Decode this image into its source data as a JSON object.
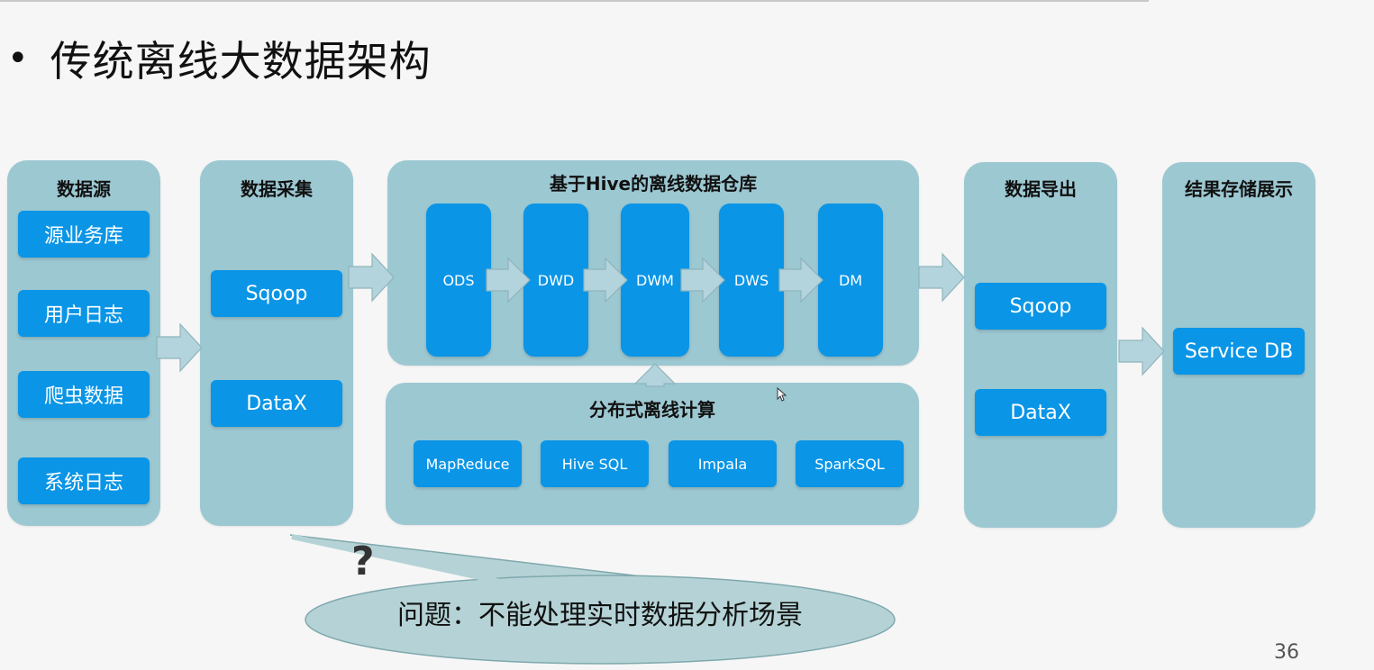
{
  "slide": {
    "bullet": "•",
    "title": "传统离线大数据架构",
    "page_number": "36"
  },
  "sources": {
    "title": "数据源",
    "items": [
      "源业务库",
      "用户日志",
      "爬虫数据",
      "系统日志"
    ]
  },
  "collection": {
    "title": "数据采集",
    "items": [
      "Sqoop",
      "DataX"
    ]
  },
  "warehouse": {
    "title": "基于Hive的离线数据仓库",
    "layers": [
      "ODS",
      "DWD",
      "DWM",
      "DWS",
      "DM"
    ]
  },
  "compute": {
    "title": "分布式离线计算",
    "engines": [
      "MapReduce",
      "Hive SQL",
      "Impala",
      "SparkSQL"
    ]
  },
  "export": {
    "title": "数据导出",
    "items": [
      "Sqoop",
      "DataX"
    ]
  },
  "result": {
    "title": "结果存储展示",
    "items": [
      "Service DB"
    ]
  },
  "callout": {
    "mark": "?",
    "text": "问题：不能处理实时数据分析场景"
  },
  "colors": {
    "panel": "#9cc8d2",
    "chip": "#0a95e6",
    "arrow": "#b3d4dc",
    "callout": "#b5d3d6"
  }
}
